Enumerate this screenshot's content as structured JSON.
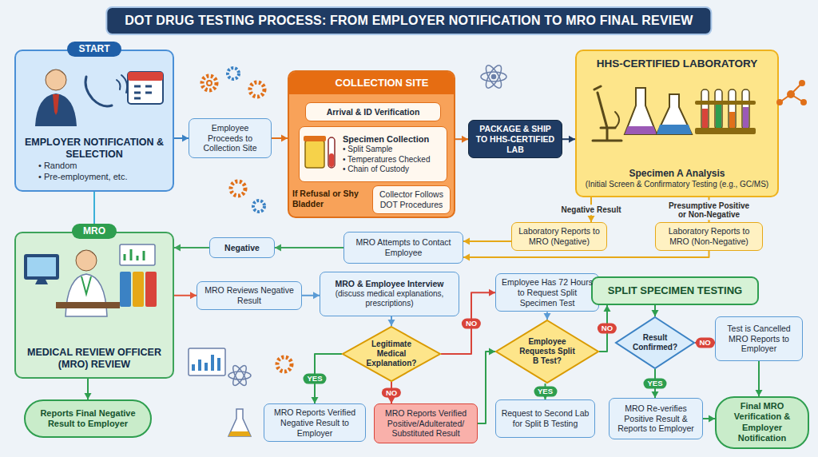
{
  "diagram": {
    "title": "DOT DRUG TESTING PROCESS: FROM EMPLOYER NOTIFICATION TO MRO FINAL REVIEW",
    "nodes": [
      {
        "text": [
          "START",
          "EMPLOYER NOTIFICATION & SELECTION",
          "• Random",
          "• Pre-employment, etc."
        ]
      },
      {
        "text": [
          "Employee Proceeds to Collection Site"
        ]
      },
      {
        "text": [
          "COLLECTION SITE"
        ]
      },
      {
        "text": [
          "Arrival & ID Verification"
        ],
        "in": 2
      },
      {
        "text": [
          "Specimen Collection",
          "• Split Sample",
          "• Temperatures Checked",
          "• Chain of Custody"
        ],
        "in": 2
      },
      {
        "text": [
          "Collector Follows DOT Procedures"
        ],
        "in": 2
      },
      {
        "text": [
          "PACKAGE & SHIP TO HHS-CERTIFIED LAB"
        ]
      },
      {
        "text": [
          "HHS-CERTIFIED LABORATORY",
          "Specimen A Analysis",
          "(Initial Screen & Confirmatory Testing (e.g., GC/MS)"
        ]
      },
      {
        "text": [
          "Laboratory Reports to MRO (Negative)"
        ]
      },
      {
        "text": [
          "Laboratory Reports to MRO (Non-Negative)"
        ]
      },
      {
        "text": [
          "MRO",
          "MEDICAL REVIEW OFFICER (MRO) REVIEW"
        ]
      },
      {
        "text": [
          "Negative"
        ]
      },
      {
        "text": [
          "MRO Attempts to Contact Employee"
        ]
      },
      {
        "text": [
          "MRO Reviews Negative Result"
        ]
      },
      {
        "text": [
          "MRO & Employee Interview",
          "(discuss medical explanations, prescriptions)"
        ]
      },
      {
        "text": [
          "Employee Has 72 Hours to Request Split Specimen Test"
        ]
      },
      {
        "text": [
          "SPLIT SPECIMEN TESTING"
        ]
      },
      {
        "text": [
          "Legitimate Medical Explanation?"
        ]
      },
      {
        "text": [
          "Employee Requests Split B Test?"
        ]
      },
      {
        "text": [
          "Result Confirmed?"
        ]
      },
      {
        "text": [
          "Test is Cancelled MRO Reports to Employer"
        ]
      },
      {
        "text": [
          "Reports Final Negative Result to Employer"
        ]
      },
      {
        "text": [
          "MRO Reports Verified Negative Result to Employer"
        ]
      },
      {
        "text": [
          "MRO Reports Verified Positive/Adulterated/ Substituted Result"
        ]
      },
      {
        "text": [
          "Request to Second Lab for Split B Testing"
        ]
      },
      {
        "text": [
          "MRO Re-verifies Positive Result & Reports to Employer"
        ]
      },
      {
        "text": [
          "Final MRO Verification & Employer Notification"
        ]
      }
    ],
    "edges": [
      {
        "from": 0,
        "to": 1,
        "arrow": "to"
      },
      {
        "from": 1,
        "to": 2,
        "arrow": "to"
      },
      {
        "from": 2,
        "to": 6,
        "arrow": "to"
      },
      {
        "from": 6,
        "to": 7,
        "arrow": "to"
      },
      {
        "from": 7,
        "to": 8,
        "label": "Negative Result",
        "arrow": "to"
      },
      {
        "from": 7,
        "to": 9,
        "label": "Presumptive Positive or Non-Negative",
        "arrow": "to"
      },
      {
        "from": 8,
        "to": 12,
        "arrow": "to"
      },
      {
        "from": 9,
        "to": 12,
        "arrow": "to"
      },
      {
        "from": 12,
        "to": 11,
        "arrow": "to"
      },
      {
        "from": 11,
        "to": 10,
        "arrow": "to"
      },
      {
        "from": 0,
        "to": 10,
        "arrow": "none"
      },
      {
        "from": 10,
        "to": 13,
        "arrow": "to"
      },
      {
        "from": 13,
        "to": 14,
        "arrow": "to"
      },
      {
        "from": 14,
        "to": 17,
        "arrow": "to"
      },
      {
        "from": 17,
        "to": 22,
        "label": "YES",
        "arrow": "to"
      },
      {
        "from": 17,
        "to": 23,
        "label": "NO",
        "arrow": "to"
      },
      {
        "from": 17,
        "to": 15,
        "label": "NO",
        "arrow": "to"
      },
      {
        "from": 15,
        "to": 18,
        "arrow": "to"
      },
      {
        "from": 23,
        "to": 18,
        "arrow": "to"
      },
      {
        "from": 18,
        "to": 24,
        "label": "YES",
        "arrow": "to"
      },
      {
        "from": 18,
        "to": 16,
        "label": "NO",
        "arrow": "to"
      },
      {
        "from": 16,
        "to": 19,
        "arrow": "to"
      },
      {
        "from": 19,
        "to": 25,
        "label": "YES",
        "arrow": "to"
      },
      {
        "from": 19,
        "to": 20,
        "label": "NO",
        "arrow": "to"
      },
      {
        "from": 25,
        "to": 26,
        "arrow": "to"
      },
      {
        "from": 20,
        "to": 26,
        "arrow": "to"
      },
      {
        "from": 10,
        "to": 21,
        "arrow": "to"
      }
    ],
    "labels": [
      "If Refusal or Shy Bladder"
    ]
  }
}
